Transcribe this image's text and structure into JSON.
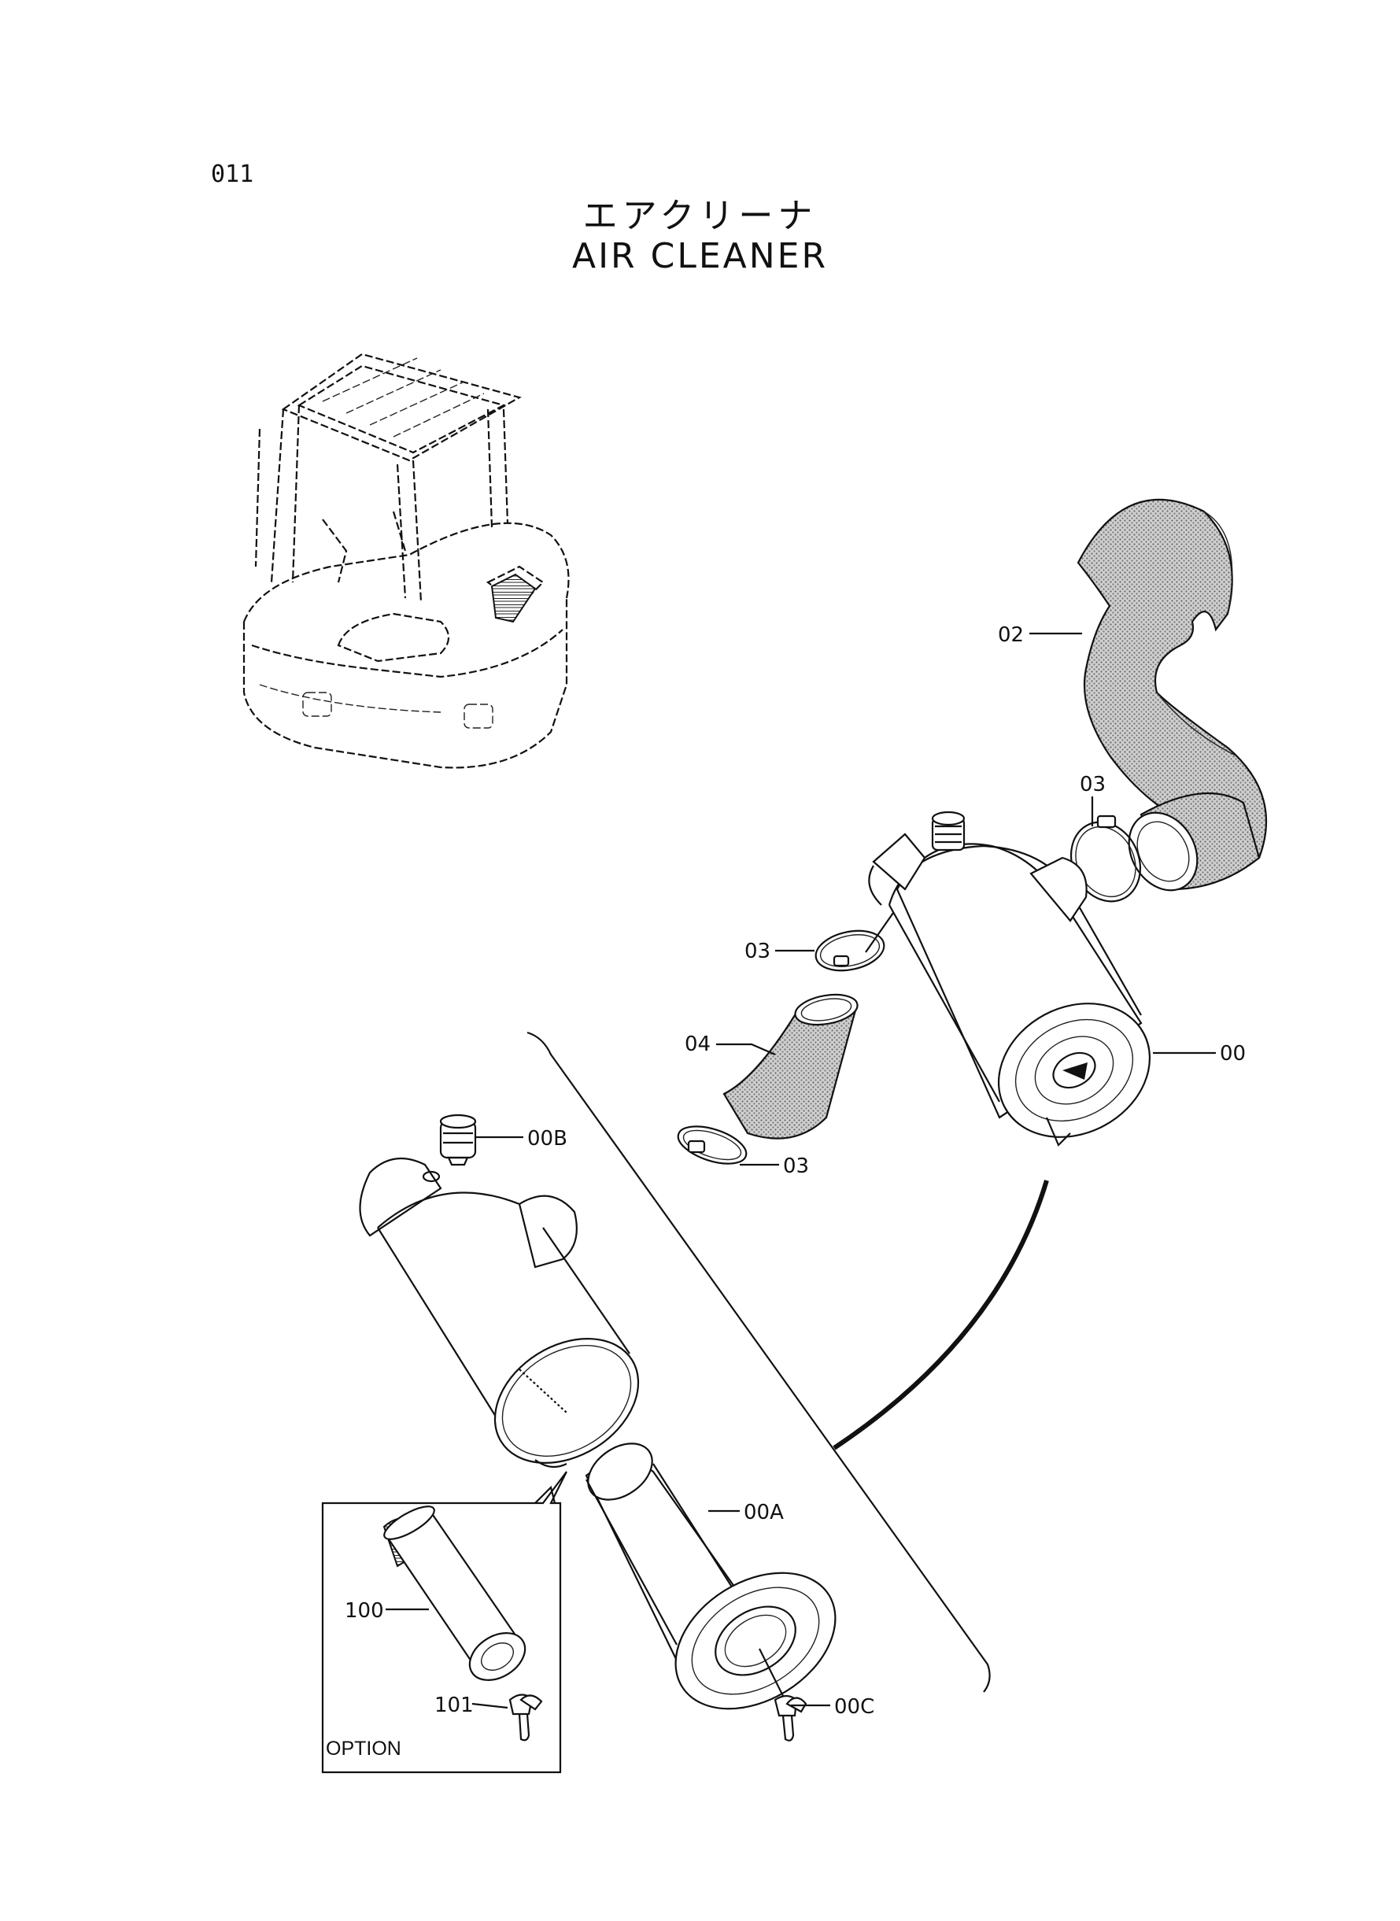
{
  "document": {
    "page_number": "011",
    "title_jp": "エアクリーナ",
    "title_en": "AIR CLEANER"
  },
  "callouts": {
    "c02": "02",
    "c03a": "03",
    "c03b": "03",
    "c03c": "03",
    "c04": "04",
    "c00": "00",
    "c00B": "00B",
    "c00A": "00A",
    "c00C": "00C",
    "c100": "100",
    "c101": "101"
  },
  "option_box": {
    "label": "OPTION"
  }
}
